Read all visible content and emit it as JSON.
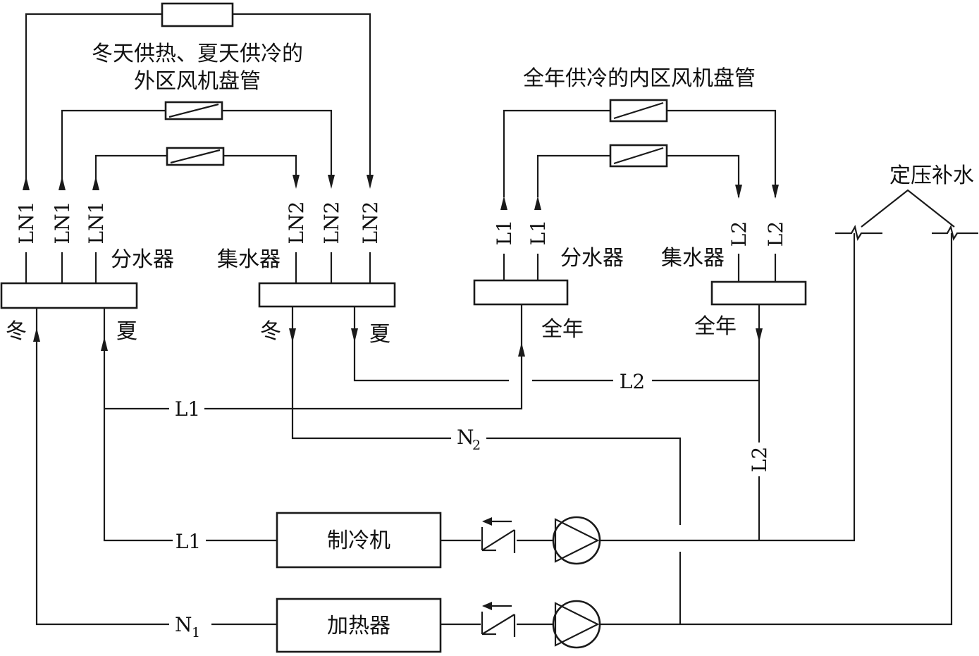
{
  "labels": {
    "outer_zone_title_line1": "冬天供热、夏天供冷的",
    "outer_zone_title_line2": "外区风机盘管",
    "inner_zone_title": "全年供冷的内区风机盘管",
    "makeup_water": "定压补水",
    "distributor": "分水器",
    "collector": "集水器",
    "winter": "冬",
    "summer": "夏",
    "all_year": "全年",
    "chiller": "制冷机",
    "heater": "加热器",
    "pipe_LN1": "LN1",
    "pipe_LN2": "LN2",
    "pipe_L1": "L1",
    "pipe_L2": "L2",
    "pipe_N": "N",
    "sub_1": "1",
    "sub_2": "2"
  }
}
